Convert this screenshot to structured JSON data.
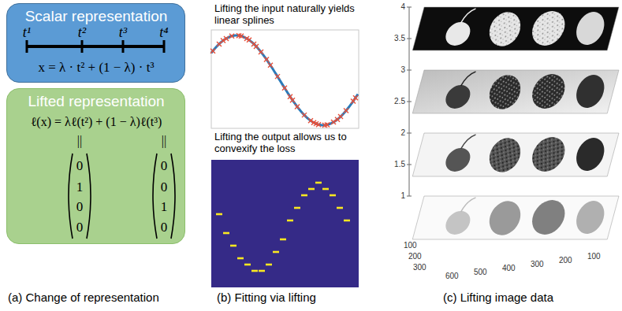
{
  "diagram": {
    "nodes": [
      {
        "text": [
          "Scalar representation",
          "t¹",
          "t²",
          "t³",
          "t⁴",
          "x = λ · t² + (1 − λ) · t³"
        ]
      },
      {
        "text": [
          "Lifted representation",
          "ℓ(x) = λℓ(t²) + (1 − λ)ℓ(t³)",
          "||",
          "||",
          "0",
          "1",
          "0",
          "0",
          "0",
          "0",
          "1",
          "0"
        ]
      }
    ],
    "labels": [
      "(a) Change of representation",
      "Lifting the input naturally yields linear splines",
      "Lifting the output allows us to convexify the loss",
      "(b) Fitting via lifting",
      "4",
      "3.5",
      "3",
      "2.5",
      "2",
      "1.5",
      "1",
      "100",
      "200",
      "300",
      "600",
      "500",
      "400",
      "300",
      "200",
      "100",
      "(c) Lifting image data"
    ]
  }
}
